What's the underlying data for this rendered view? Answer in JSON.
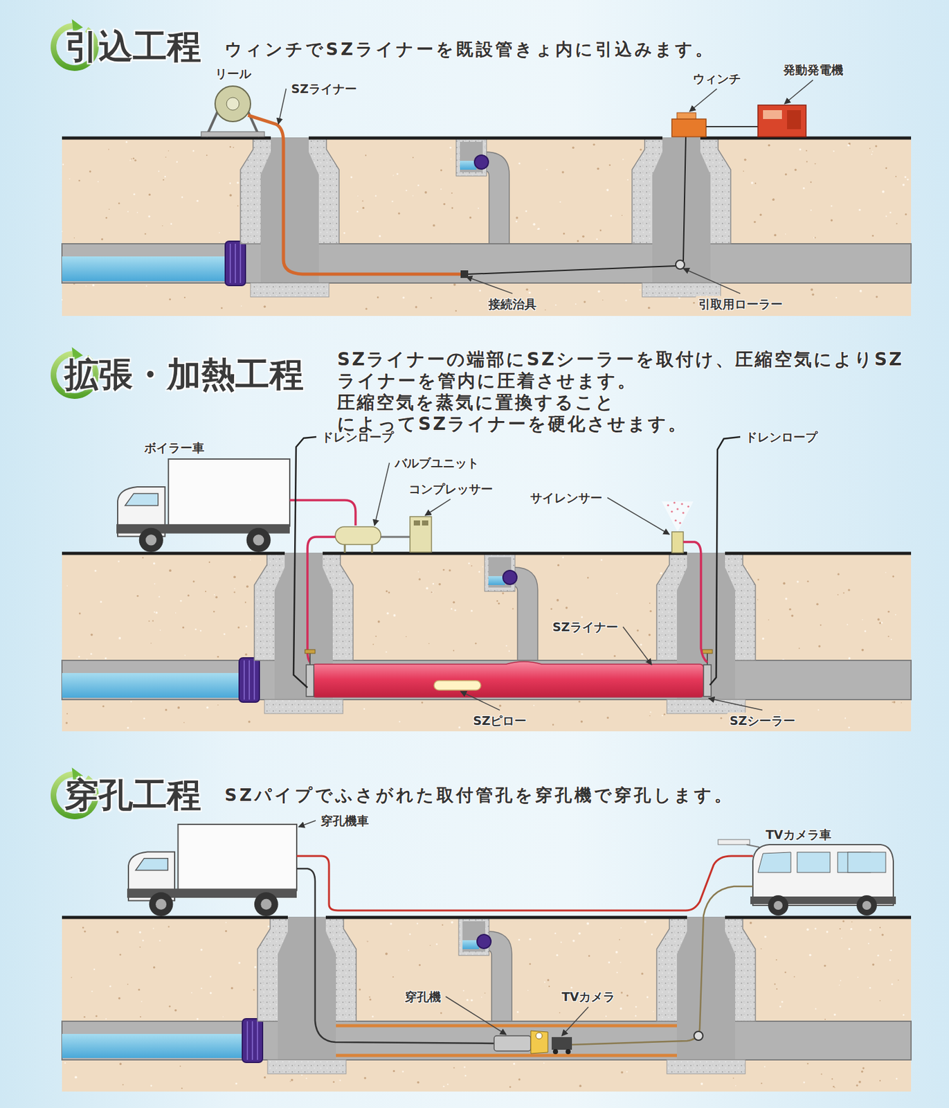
{
  "diagram": {
    "labels": [
      "引込工程",
      "ウィンチでSZライナーを既設管きょ内に引込みます。",
      "リール",
      "SZライナー",
      "ウィンチ",
      "発動発電機",
      "接続治具",
      "引取用ローラー",
      "拡張・加熱工程",
      "SZライナーの端部にSZシーラーを取付け、圧縮空気によりSZ ライナーを管内に圧着させます。圧縮空気を蒸気に置換すること によってSZライナーを硬化させます。",
      "ボイラー車",
      "ドレンロープ",
      "バルブユニット",
      "コンプレッサー",
      "サイレンサー",
      "ドレンロープ",
      "SZライナー",
      "SZピロー",
      "SZシーラー",
      "穿孔工程",
      "SZパイプでふさがれた取付管孔を穿孔機で穿孔します。",
      "穿孔機車",
      "TVカメラ車",
      "穿孔機",
      "TVカメラ"
    ]
  }
}
